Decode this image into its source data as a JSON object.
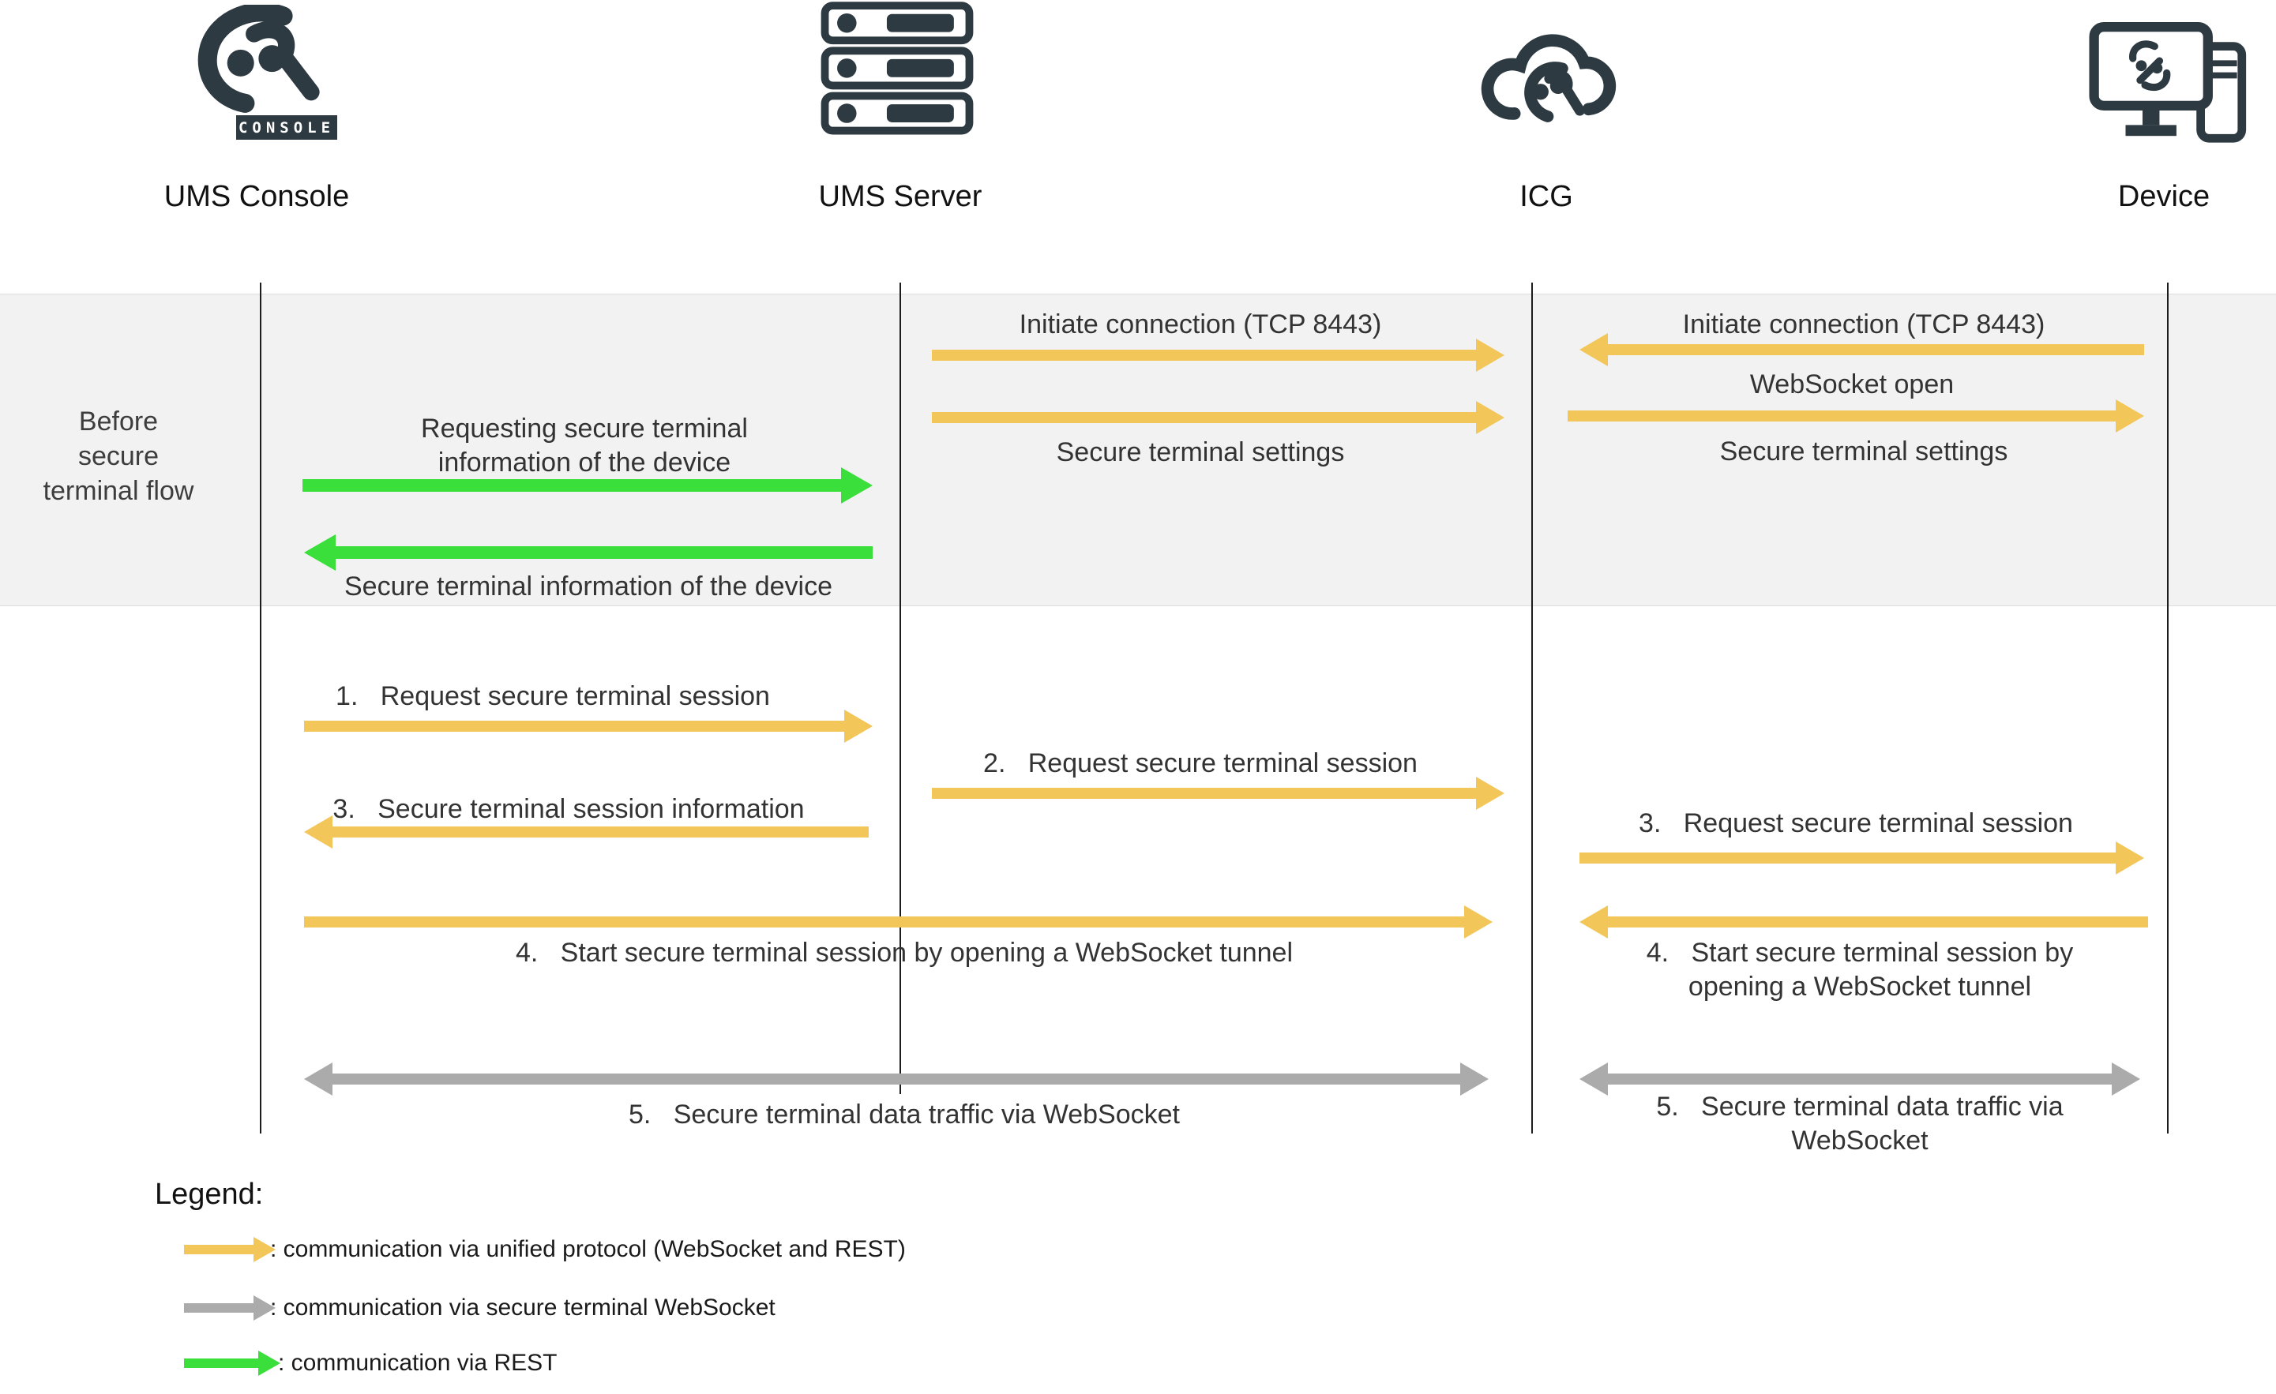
{
  "colors": {
    "accent_yellow": "#F2C658",
    "accent_green": "#3BDF3B",
    "accent_gray": "#ABABAB",
    "icon_dark": "#2E3A42",
    "band_background": "#F2F2F2"
  },
  "actors": {
    "console": {
      "label": "UMS Console",
      "badge": "CONSOLE"
    },
    "server": {
      "label": "UMS Server"
    },
    "icg": {
      "label": "ICG"
    },
    "device": {
      "label": "Device"
    }
  },
  "before_flow": {
    "row_label": "Before secure terminal flow",
    "console_server": {
      "request": "Requesting secure terminal\ninformation of the device",
      "response": "Secure terminal information of the device"
    },
    "server_icg": {
      "initiate": "Initiate connection (TCP 8443)",
      "settings": "Secure terminal settings"
    },
    "device_icg": {
      "initiate": "Initiate connection (TCP 8443)",
      "websocket_open": "WebSocket open",
      "settings": "Secure terminal settings"
    }
  },
  "session_flow": {
    "step1": "1.   Request secure terminal session",
    "step2": "2.   Request secure terminal session",
    "step3_left": "3.   Secure terminal session information",
    "step3_right": "3.   Request secure terminal session",
    "step4_left": "4.   Start secure terminal session by opening a WebSocket tunnel",
    "step4_right": "4.   Start secure terminal session by\nopening a WebSocket tunnel",
    "step5_left": "5.   Secure terminal data traffic via WebSocket",
    "step5_right": "5.   Secure terminal data traffic via\nWebSocket"
  },
  "legend": {
    "title": "Legend:",
    "items": [
      {
        "color": "#F2C658",
        "label": ": communication via unified protocol (WebSocket and REST)"
      },
      {
        "color": "#ABABAB",
        "label": ": communication via secure terminal WebSocket"
      },
      {
        "color": "#3BDF3B",
        "label": ": communication via REST"
      }
    ]
  }
}
